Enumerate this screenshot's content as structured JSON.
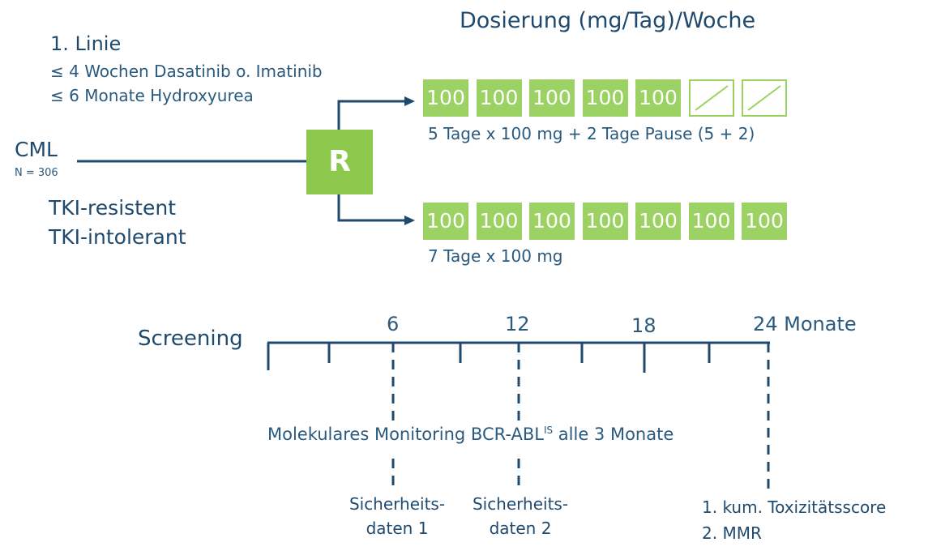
{
  "title": "Dosierung (mg/Tag)/Woche",
  "first_line": {
    "heading": "1. Linie",
    "items": [
      "≤ 4 Wochen Dasatinib o. Imatinib",
      "≤ 6 Monate Hydroxyurea"
    ]
  },
  "cohort": {
    "label": "CML",
    "n": "N = 306"
  },
  "resistance": [
    "TKI-resistent",
    "TKI-intolerant"
  ],
  "randomization": "R",
  "arms": [
    {
      "doses": [
        "100",
        "100",
        "100",
        "100",
        "100",
        "",
        ""
      ],
      "off_days": [
        5,
        6
      ],
      "caption": "5 Tage x 100 mg + 2 Tage Pause (5 + 2)"
    },
    {
      "doses": [
        "100",
        "100",
        "100",
        "100",
        "100",
        "100",
        "100"
      ],
      "off_days": [],
      "caption": "7 Tage x 100 mg"
    }
  ],
  "timeline": {
    "start_label": "Screening",
    "tick_labels": [
      "6",
      "12",
      "18",
      "24 Monate"
    ],
    "monitoring_prefix": "Molekulares Monitoring BCR-ABL",
    "monitoring_sup": "IS",
    "monitoring_suffix": " alle 3 Monate",
    "safety_1": [
      "Sicherheits-",
      "daten 1"
    ],
    "safety_2": [
      "Sicherheits-",
      "daten 2"
    ],
    "endpoints": [
      "1.  kum. Toxizitätsscore",
      "2.  MMR"
    ]
  },
  "colors": {
    "text": "#1f4a6e",
    "green": "#9cd163",
    "r_box": "#8cc84b"
  }
}
